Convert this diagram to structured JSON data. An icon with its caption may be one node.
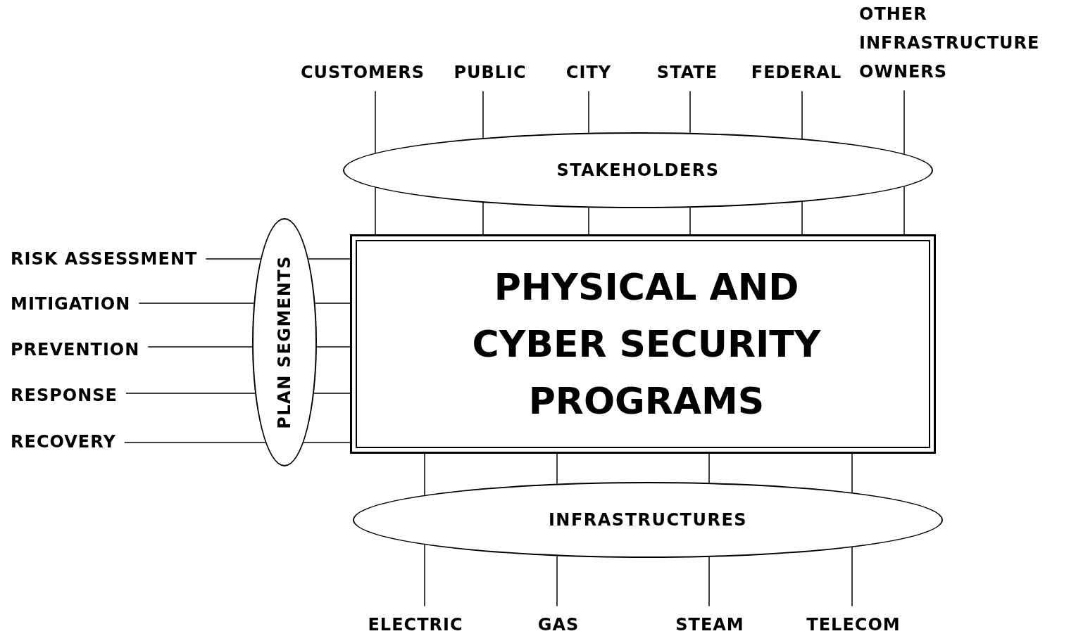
{
  "diagram": {
    "nodes": [
      {
        "text": [
          "PHYSICAL AND CYBER SECURITY PROGRAMS"
        ]
      },
      {
        "text": [
          "STAKEHOLDERS"
        ]
      },
      {
        "text": [
          "PLAN SEGMENTS"
        ]
      },
      {
        "text": [
          "INFRASTRUCTURES"
        ]
      },
      {
        "text": [
          "CUSTOMERS"
        ]
      },
      {
        "text": [
          "PUBLIC"
        ]
      },
      {
        "text": [
          "CITY"
        ]
      },
      {
        "text": [
          "STATE"
        ]
      },
      {
        "text": [
          "FEDERAL"
        ]
      },
      {
        "text": [
          "OTHER INFRASTRUCTURE OWNERS"
        ]
      },
      {
        "text": [
          "RISK ASSESSMENT"
        ]
      },
      {
        "text": [
          "MITIGATION"
        ]
      },
      {
        "text": [
          "PREVENTION"
        ]
      },
      {
        "text": [
          "RESPONSE"
        ]
      },
      {
        "text": [
          "RECOVERY"
        ]
      },
      {
        "text": [
          "ELECTRIC"
        ]
      },
      {
        "text": [
          "GAS"
        ]
      },
      {
        "text": [
          "STEAM"
        ]
      },
      {
        "text": [
          "TELECOM"
        ]
      }
    ],
    "edges": [
      {
        "from": 4,
        "to": 1,
        "arrow": "none"
      },
      {
        "from": 1,
        "to": 0,
        "arrow": "none"
      },
      {
        "from": 5,
        "to": 1,
        "arrow": "none"
      },
      {
        "from": 1,
        "to": 0,
        "arrow": "none"
      },
      {
        "from": 6,
        "to": 1,
        "arrow": "none"
      },
      {
        "from": 1,
        "to": 0,
        "arrow": "none"
      },
      {
        "from": 7,
        "to": 1,
        "arrow": "none"
      },
      {
        "from": 1,
        "to": 0,
        "arrow": "none"
      },
      {
        "from": 8,
        "to": 1,
        "arrow": "none"
      },
      {
        "from": 1,
        "to": 0,
        "arrow": "none"
      },
      {
        "from": 9,
        "to": 1,
        "arrow": "none"
      },
      {
        "from": 1,
        "to": 0,
        "arrow": "none"
      },
      {
        "from": 10,
        "to": 2,
        "arrow": "none"
      },
      {
        "from": 2,
        "to": 0,
        "arrow": "none"
      },
      {
        "from": 11,
        "to": 2,
        "arrow": "none"
      },
      {
        "from": 2,
        "to": 0,
        "arrow": "none"
      },
      {
        "from": 12,
        "to": 2,
        "arrow": "none"
      },
      {
        "from": 2,
        "to": 0,
        "arrow": "none"
      },
      {
        "from": 13,
        "to": 2,
        "arrow": "none"
      },
      {
        "from": 2,
        "to": 0,
        "arrow": "none"
      },
      {
        "from": 14,
        "to": 2,
        "arrow": "none"
      },
      {
        "from": 2,
        "to": 0,
        "arrow": "none"
      },
      {
        "from": 0,
        "to": 3,
        "arrow": "none"
      },
      {
        "from": 3,
        "to": 15,
        "arrow": "none"
      },
      {
        "from": 0,
        "to": 3,
        "arrow": "none"
      },
      {
        "from": 3,
        "to": 16,
        "arrow": "none"
      },
      {
        "from": 0,
        "to": 3,
        "arrow": "none"
      },
      {
        "from": 3,
        "to": 17,
        "arrow": "none"
      },
      {
        "from": 0,
        "to": 3,
        "arrow": "none"
      },
      {
        "from": 3,
        "to": 18,
        "arrow": "none"
      }
    ]
  }
}
